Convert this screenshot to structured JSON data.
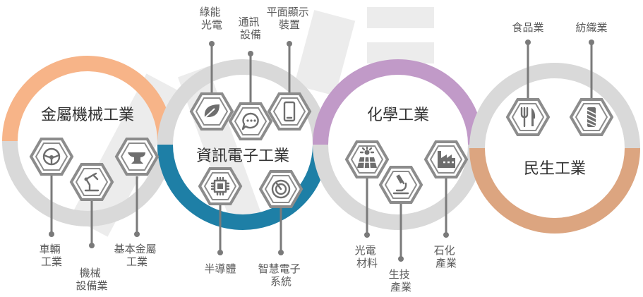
{
  "colors": {
    "orange": "#f7b488",
    "blue": "#1e7fa6",
    "purple": "#c19ac8",
    "tan": "#dca580",
    "gray_ring": "#d9d9d9",
    "hex_stroke": "#8c8c8c"
  },
  "sectors": [
    {
      "title": "金屬機械工業",
      "color": "#f7b488",
      "items": [
        {
          "icon": "steering-wheel-icon",
          "label": [
            "車輛",
            "工業"
          ]
        },
        {
          "icon": "robot-arm-icon",
          "label": [
            "機械",
            "設備業"
          ]
        },
        {
          "icon": "anvil-icon",
          "label": [
            "基本金屬",
            "工業"
          ]
        }
      ]
    },
    {
      "title": "資訊電子工業",
      "color": "#1e7fa6",
      "items": [
        {
          "icon": "leaf-icon",
          "label": [
            "綠能",
            "光電"
          ]
        },
        {
          "icon": "chat-bubble-icon",
          "label": [
            "通訊",
            "設備"
          ]
        },
        {
          "icon": "smartphone-icon",
          "label": [
            "平面顯示",
            "裝置"
          ]
        },
        {
          "icon": "chip-icon",
          "label": [
            "半導體"
          ]
        },
        {
          "icon": "gauge-icon",
          "label": [
            "智慧電子",
            "系統"
          ]
        }
      ]
    },
    {
      "title": "化學工業",
      "color": "#c19ac8",
      "items": [
        {
          "icon": "solar-panel-icon",
          "label": [
            "光電",
            "材料"
          ]
        },
        {
          "icon": "microscope-icon",
          "label": [
            "生技",
            "產業"
          ]
        },
        {
          "icon": "factory-icon",
          "label": [
            "石化",
            "產業"
          ]
        }
      ]
    },
    {
      "title": "民生工業",
      "color": "#dca580",
      "items": [
        {
          "icon": "fork-knife-icon",
          "label": [
            "食品業"
          ]
        },
        {
          "icon": "yarn-icon",
          "label": [
            "紡織業"
          ]
        }
      ]
    }
  ]
}
